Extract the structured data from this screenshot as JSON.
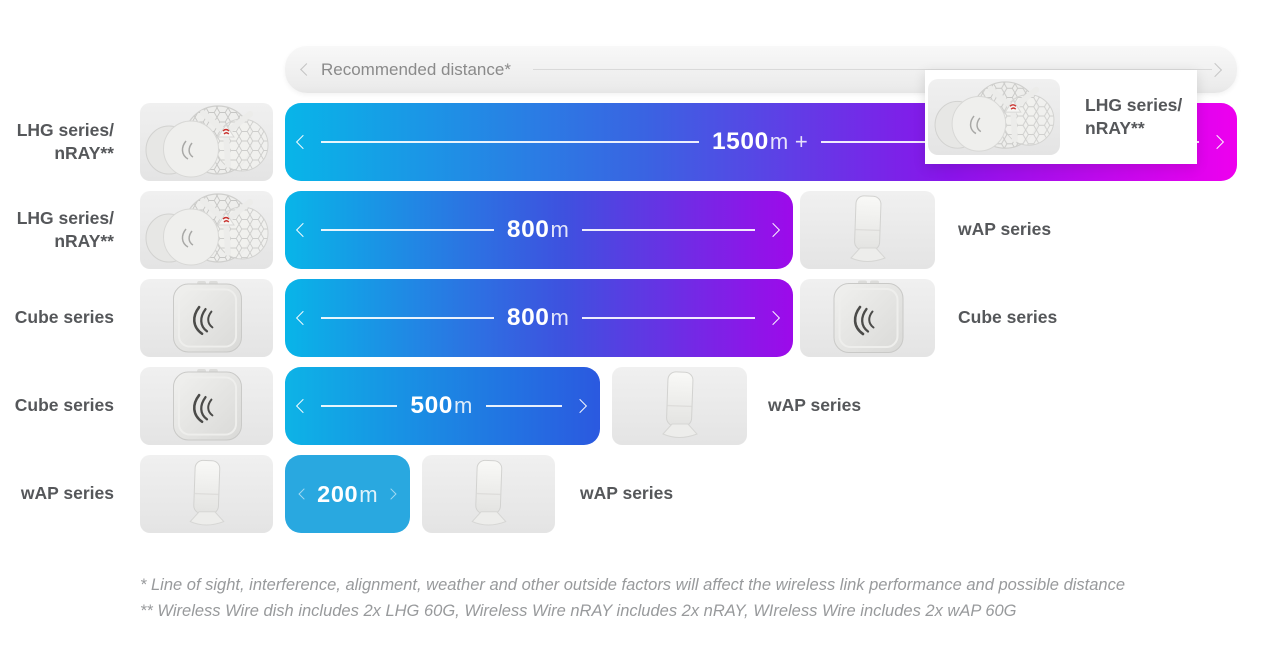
{
  "header": {
    "label": "Recommended distance*"
  },
  "rows": [
    {
      "left_label": "LHG series/\nnRAY**",
      "left_product": "LHG dish antenna",
      "value": "1500",
      "unit": "m +",
      "right_label": "LHG series/\nnRAY**",
      "right_product": "LHG dish antenna"
    },
    {
      "left_label": "LHG series/\nnRAY**",
      "left_product": "LHG dish antenna",
      "value": "800",
      "unit": "m",
      "right_label": "wAP series",
      "right_product": "wAP access point"
    },
    {
      "left_label": "Cube series",
      "left_product": "Cube antenna",
      "value": "800",
      "unit": "m",
      "right_label": "Cube series",
      "right_product": "Cube antenna"
    },
    {
      "left_label": "Cube series",
      "left_product": "Cube antenna",
      "value": "500",
      "unit": "m",
      "right_label": "wAP series",
      "right_product": "wAP access point"
    },
    {
      "left_label": "wAP series",
      "left_product": "wAP access point",
      "value": "200",
      "unit": "m",
      "right_label": "wAP series",
      "right_product": "wAP access point"
    }
  ],
  "footnotes": [
    "* Line of sight, interference, alignment, weather and other outside factors will affect the wireless link performance and possible distance",
    "** Wireless Wire dish includes 2x LHG 60G, Wireless Wire nRAY includes 2x nRAY, WIreless Wire includes 2x wAP 60G"
  ],
  "colors": {
    "cyan_start": "#08B5E8",
    "blue_end": "#2B59E0",
    "purple_end": "#9D0AEA",
    "magenta_end": "#EE00EE",
    "solid_bar": "#29A8E0",
    "label_text": "#55575A",
    "footnote_text": "#989A9C"
  },
  "chart_data": {
    "type": "bar",
    "orientation": "horizontal",
    "title": "Recommended distance*",
    "categories": [
      "LHG series/nRAY** ↔ LHG series/nRAY**",
      "LHG series/nRAY** ↔ wAP series",
      "Cube series ↔ Cube series",
      "Cube series ↔ wAP series",
      "wAP series ↔ wAP series"
    ],
    "values": [
      1500,
      800,
      800,
      500,
      200
    ],
    "value_labels": [
      "1500m +",
      "800m",
      "800m",
      "500m",
      "200m"
    ],
    "unit": "m",
    "xlim": [
      0,
      1500
    ],
    "legend": "none",
    "grid": false
  }
}
